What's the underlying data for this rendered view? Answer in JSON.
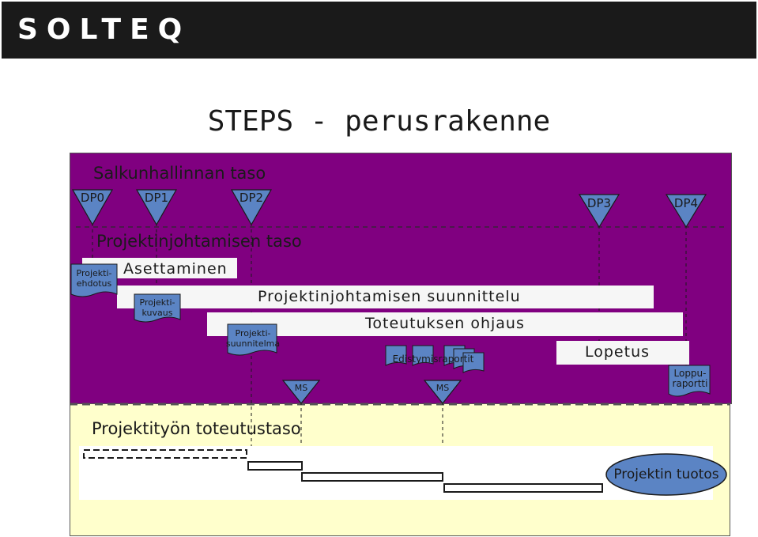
{
  "header": {
    "logo_text": "SOLTEQ",
    "background": "#1a1a1a"
  },
  "title": "STEPS - perusrakenne",
  "colors": {
    "portfolio_bg": "#800080",
    "implementation_bg": "#ffffcc",
    "shape_fill": "#5b84c4",
    "bar_fill": "#f6f6f6"
  },
  "levels": {
    "portfolio": "Salkunhallinnan taso",
    "project_management": "Projektinjohtamisen taso",
    "implementation": "Projektityön toteutustaso"
  },
  "decision_points": [
    "DP0",
    "DP1",
    "DP2",
    "DP3",
    "DP4"
  ],
  "phases": {
    "setup": "Asettaminen",
    "planning": "Projektinjohtamisen suunnittelu",
    "control": "Toteutuksen ohjaus",
    "closing": "Lopetus"
  },
  "documents": {
    "proposal": [
      "Projekti-",
      "ehdotus"
    ],
    "description": [
      "Projekti-",
      "kuvaus"
    ],
    "plan": [
      "Projekti-",
      "suunnitelma"
    ],
    "progress": "Edistymisraportit",
    "final": [
      "Loppu-",
      "raportti"
    ]
  },
  "milestones": [
    "MS",
    "MS"
  ],
  "deliverable": "Projektin tuotos"
}
